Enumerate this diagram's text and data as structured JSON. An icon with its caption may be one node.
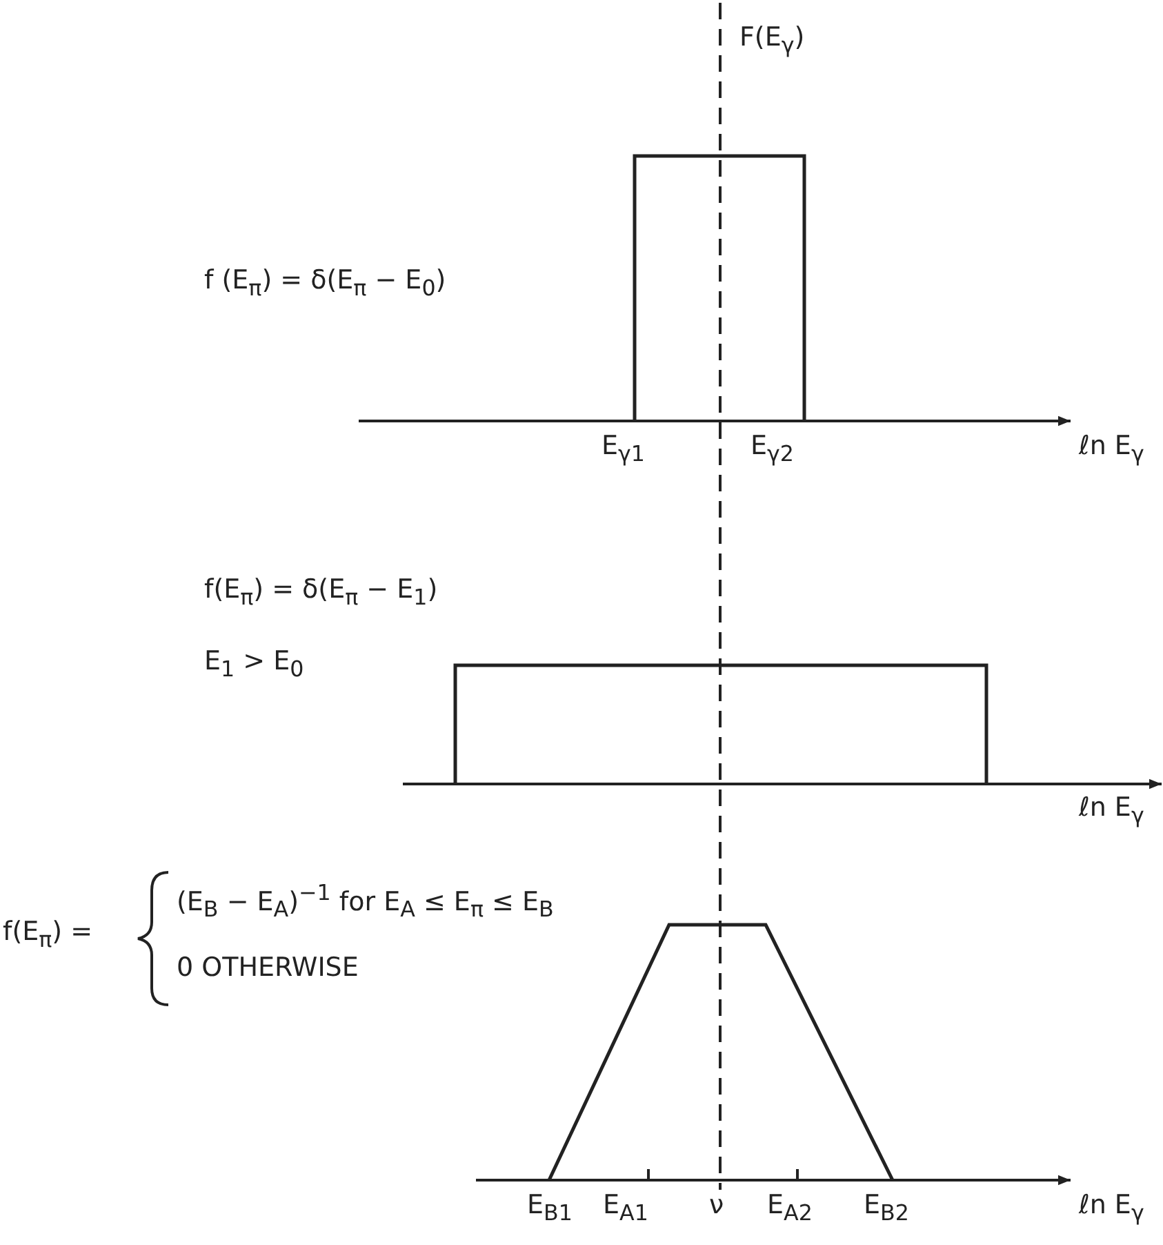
{
  "diagram": {
    "labels": [
      "F(E$_{γ}$)",
      "f (E$_{π}$) = δ(E$_{π}$ − E$_{0}$)",
      "E$_{γ1}$",
      "E$_{γ2}$",
      "ℓn E$_{γ}$",
      "f(E$_{π}$) = δ(E$_{π}$ − E$_{1}$)",
      "E$_{1}$ > E$_{0}$",
      "ℓn E$_{γ}$",
      "f(E$_{π}$) =",
      "(E$_{B}$ − E$_{A}$)$^{−1}$ for E$_{A}$ ≤ E$_{π}$ ≤ E$_{B}$",
      "0  OTHERWISE",
      "E$_{B1}$",
      "E$_{A1}$",
      "ν",
      "E$_{A2}$",
      "E$_{B2}$",
      "ℓn E$_{γ}$"
    ]
  }
}
